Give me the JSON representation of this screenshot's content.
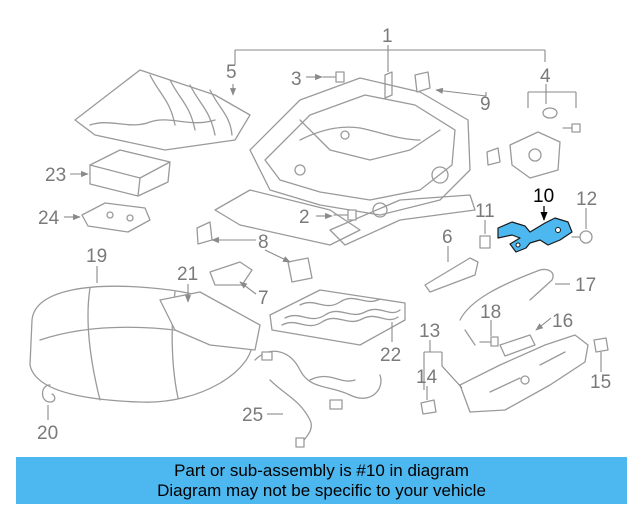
{
  "highlight_color": "#4cb8ef",
  "callouts": [
    "1",
    "2",
    "3",
    "4",
    "5",
    "6",
    "7",
    "8",
    "9",
    "10",
    "11",
    "12",
    "13",
    "14",
    "15",
    "16",
    "17",
    "18",
    "19",
    "20",
    "21",
    "22",
    "23",
    "24",
    "25"
  ],
  "highlighted_part": "10",
  "banner": {
    "line1": "Part or sub-assembly is #10 in diagram",
    "line2": "Diagram may not be specific to your vehicle"
  }
}
